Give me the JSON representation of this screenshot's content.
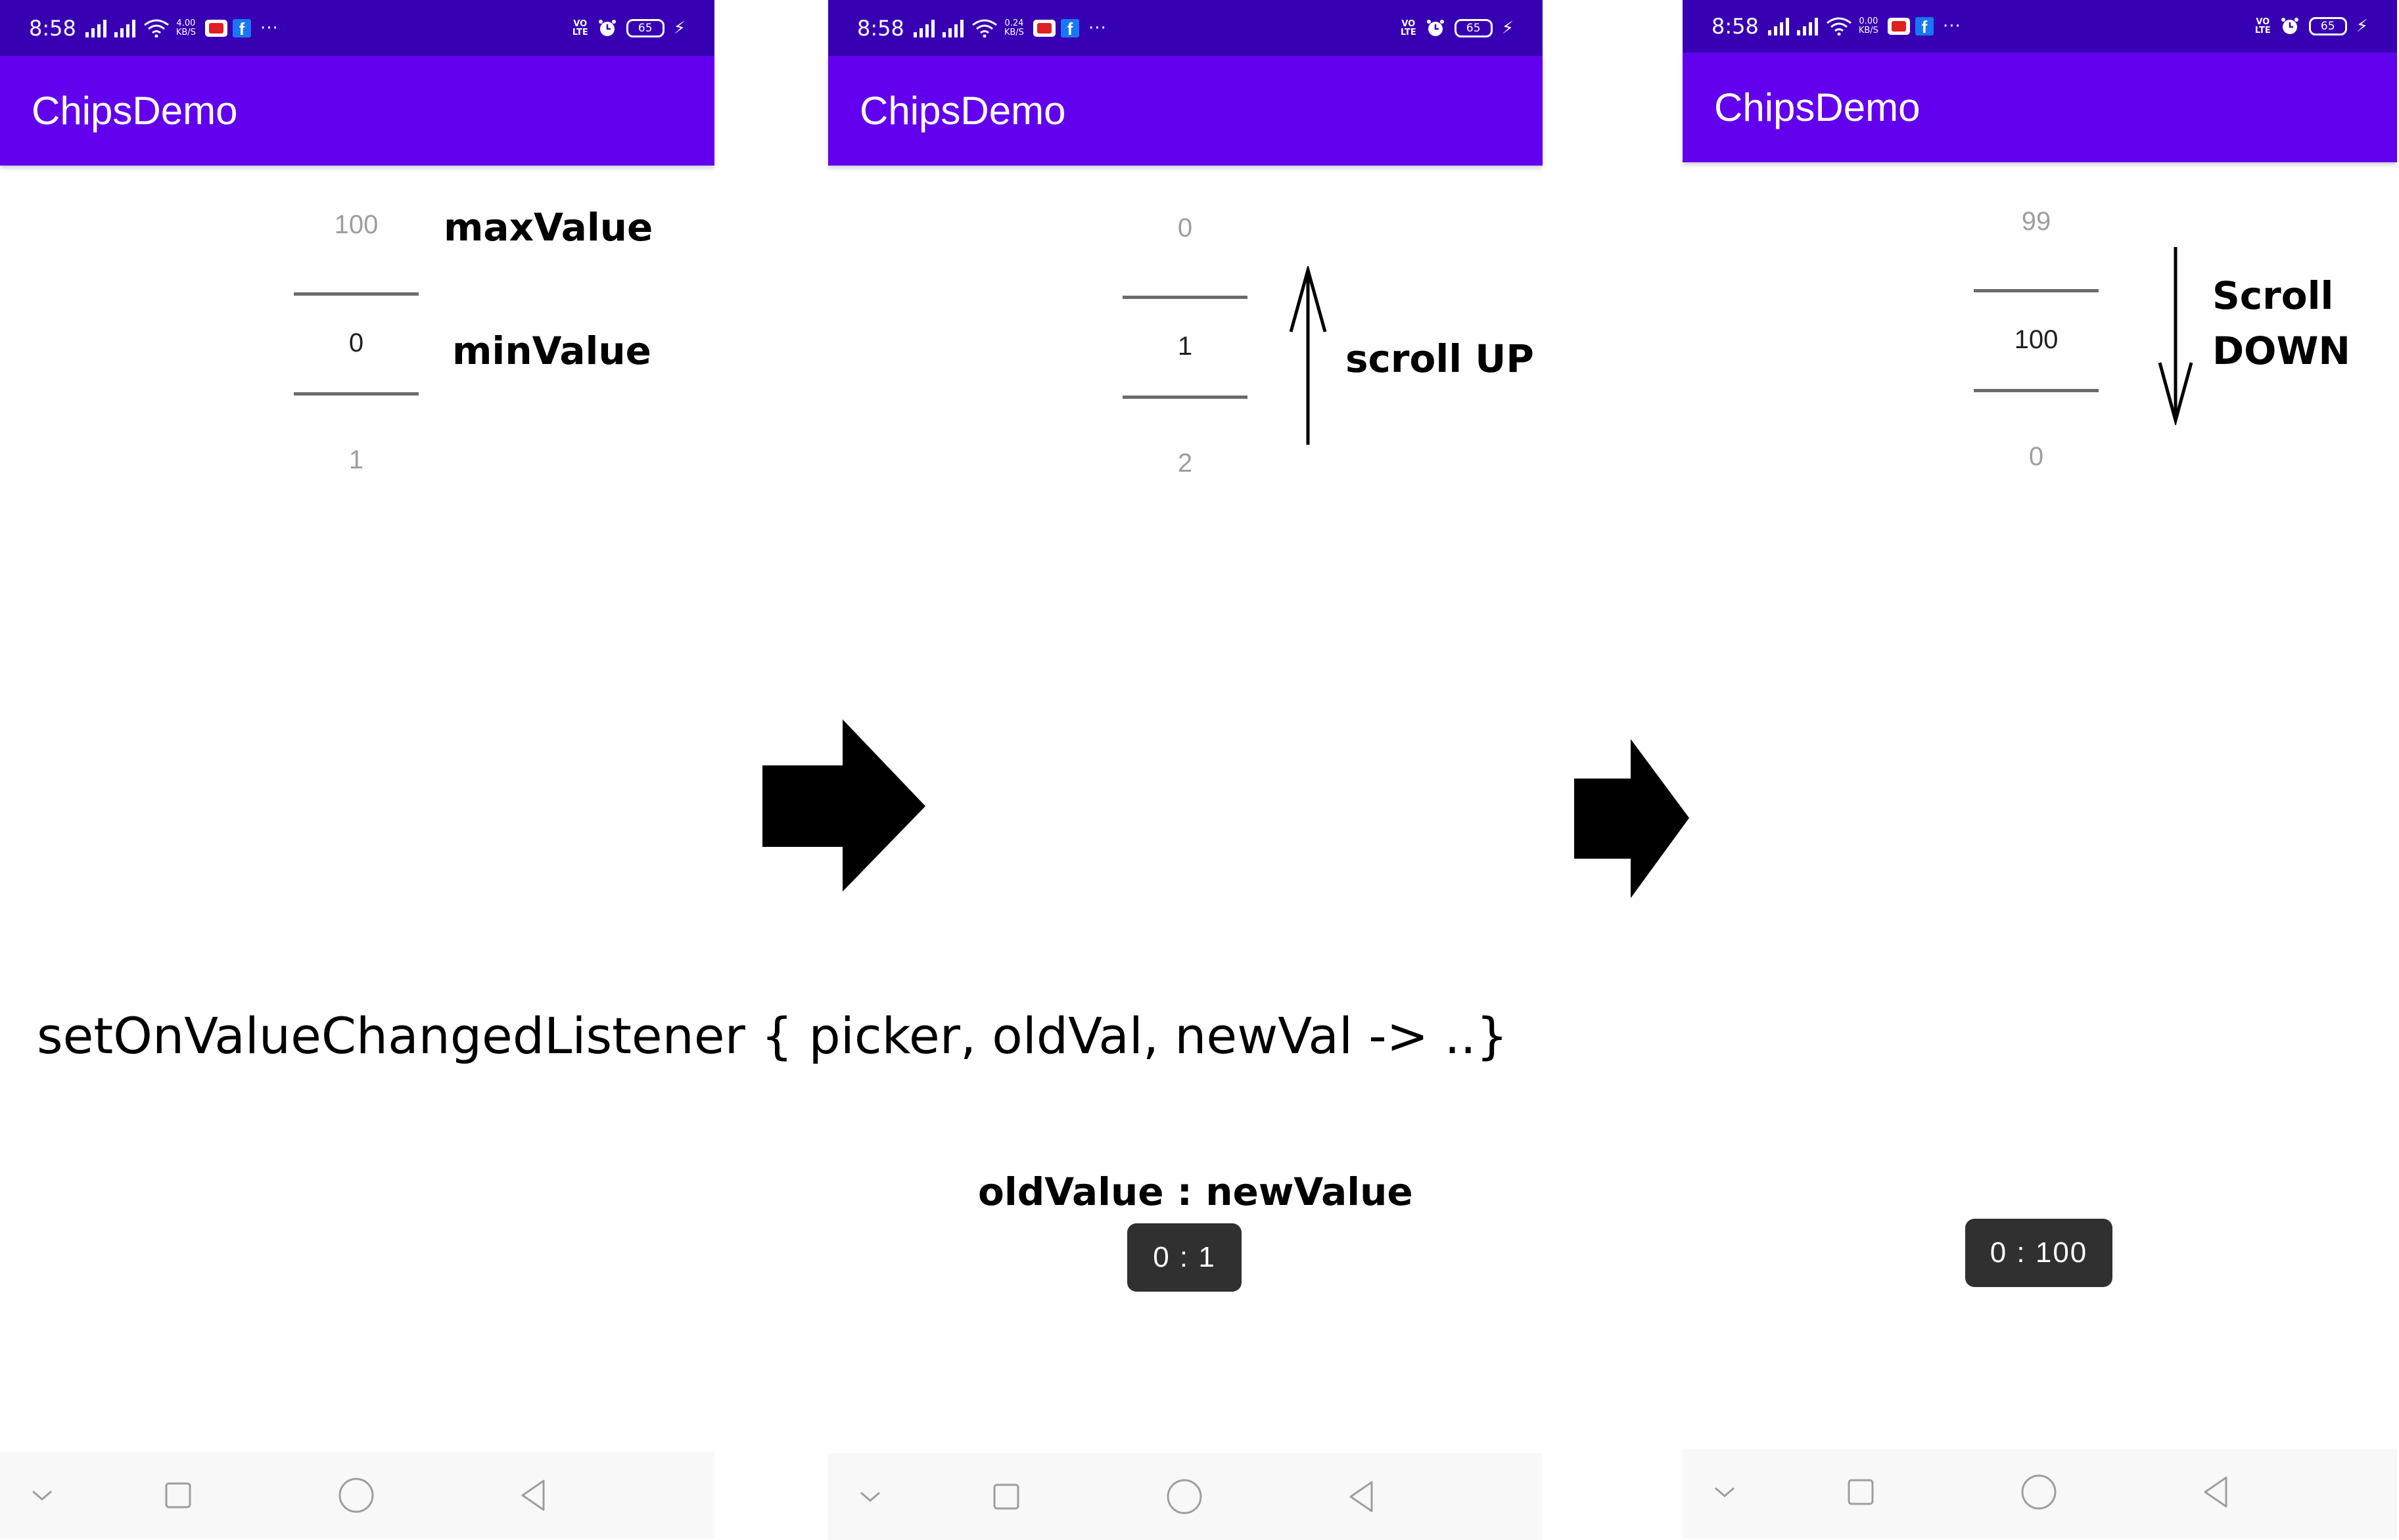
{
  "screens": [
    {
      "status": {
        "time": "8:58",
        "netspeed_value": "4.00",
        "netspeed_unit": "KB/S",
        "more": "···",
        "volte_top": "VO",
        "volte_bottom": "LTE",
        "battery": "65"
      },
      "app_title": "ChipsDemo",
      "picker": {
        "above": "100",
        "selected": "0",
        "below": "1"
      },
      "annotation_1": "maxValue",
      "annotation_2": "minValue"
    },
    {
      "status": {
        "time": "8:58",
        "netspeed_value": "0.24",
        "netspeed_unit": "KB/S",
        "more": "···",
        "volte_top": "VO",
        "volte_bottom": "LTE",
        "battery": "65"
      },
      "app_title": "ChipsDemo",
      "picker": {
        "above": "0",
        "selected": "1",
        "below": "2"
      },
      "annotation": "scroll UP",
      "toast_caption": "oldValue : newValue",
      "toast": "0 : 1"
    },
    {
      "status": {
        "time": "8:58",
        "netspeed_value": "0.00",
        "netspeed_unit": "KB/S",
        "more": "···",
        "volte_top": "VO",
        "volte_bottom": "LTE",
        "battery": "65"
      },
      "app_title": "ChipsDemo",
      "picker": {
        "above": "99",
        "selected": "100",
        "below": "0"
      },
      "annotation_line1": "Scroll",
      "annotation_line2": "DOWN",
      "toast": "0 : 100"
    }
  ],
  "caption": "setOnValueChangedListener { picker, oldVal, newVal -> ..}",
  "icons": [
    "signal-icon",
    "wifi-icon",
    "youtube-icon",
    "facebook-icon",
    "alarm-icon",
    "battery-icon",
    "charging-icon",
    "chevron-down-icon",
    "square-icon",
    "circle-icon",
    "back-triangle-icon",
    "right-arrow-icon",
    "up-arrow-icon",
    "down-arrow-icon"
  ],
  "colors": {
    "status_bar": "#3700b3",
    "app_bar": "#6200ee",
    "toast_bg": "#303030",
    "nav_bar": "#f8f8f8"
  }
}
